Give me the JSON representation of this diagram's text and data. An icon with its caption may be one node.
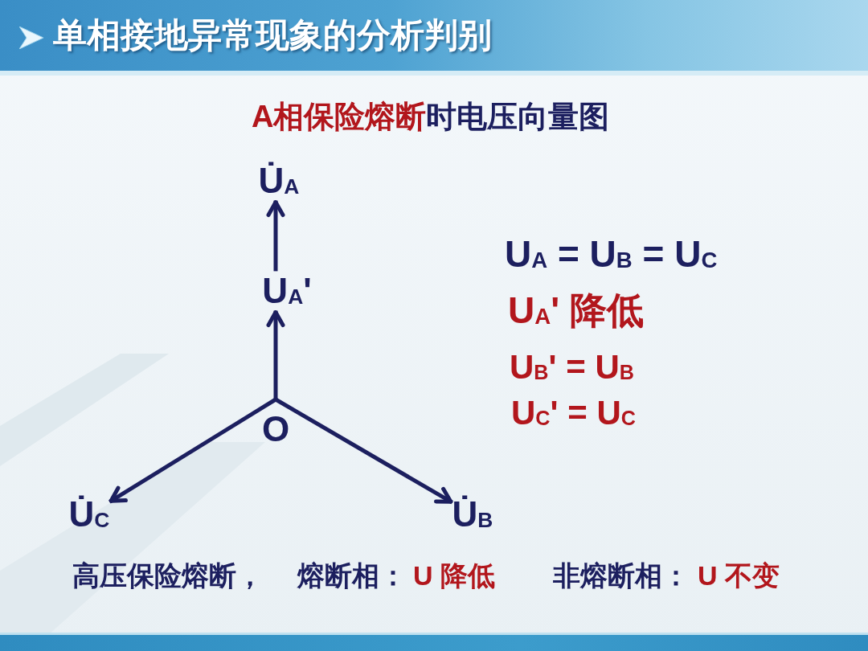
{
  "diagram": {
    "title": "单相接地异常现象的分析判别",
    "nodes": [
      {
        "text": [
          "U̇$_{A}$"
        ]
      },
      {
        "text": [
          "U$_{A}$'"
        ]
      },
      {
        "text": [
          "O"
        ]
      },
      {
        "text": [
          "U̇$_{C}$"
        ]
      },
      {
        "text": [
          "U̇$_{B}$"
        ]
      }
    ],
    "edges": [
      {
        "from": 2,
        "to": 1,
        "arrow": "to"
      },
      {
        "from": 1,
        "to": 0,
        "arrow": "to"
      },
      {
        "from": 2,
        "to": 3,
        "arrow": "to"
      },
      {
        "from": 2,
        "to": 4,
        "arrow": "to"
      }
    ],
    "labels": [
      "A相保险熔断",
      "时电压向量图",
      "U$_{A}$ = U$_{B}$ = U$_{C}$",
      "U$_{A}$' 降低",
      "U$_{B}$' = U$_{B}$",
      "U$_{C}$' = U$_{C}$",
      "高压保险熔断，",
      "熔断相：",
      "U 降低",
      "非熔断相：",
      "U 不变"
    ]
  }
}
